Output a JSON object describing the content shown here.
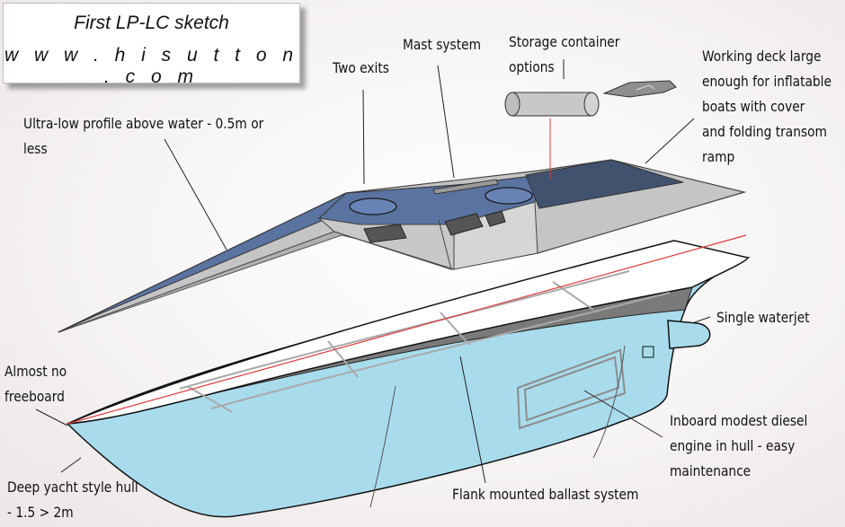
{
  "title": {
    "line1": "First LP-LC sketch",
    "line2": "w w w . h i s u t t o n . c o m"
  },
  "labels": {
    "two_exits": "Two exits",
    "mast_system": "Mast system",
    "storage_line1": "Storage container",
    "storage_line2": "options",
    "working_deck_line1": "Working deck large",
    "working_deck_line2": "enough for inflatable",
    "working_deck_line3": "boats with cover",
    "working_deck_line4": "and folding transom",
    "working_deck_line5": "ramp",
    "ultra_low_line1": "Ultra-low profile above water - 0.5m or",
    "ultra_low_line2": "less",
    "single_waterjet": "Single waterjet",
    "almost_no_line1": "Almost no",
    "almost_no_line2": "freeboard",
    "inboard_line1": "Inboard modest diesel",
    "inboard_line2": "engine in hull - easy",
    "inboard_line3": "maintenance",
    "deep_yacht_line1": "Deep yacht style hull",
    "deep_yacht_line2": "- 1.5 > 2m",
    "flank_ballast": "Flank mounted ballast system"
  },
  "colors": {
    "hull_water": "#a8dcec",
    "deck_blue": "#5a73a1",
    "deck_dark": "#40526e",
    "superstructure_grey": "#c5c5c5",
    "waterline_red": "#e03a3a"
  }
}
